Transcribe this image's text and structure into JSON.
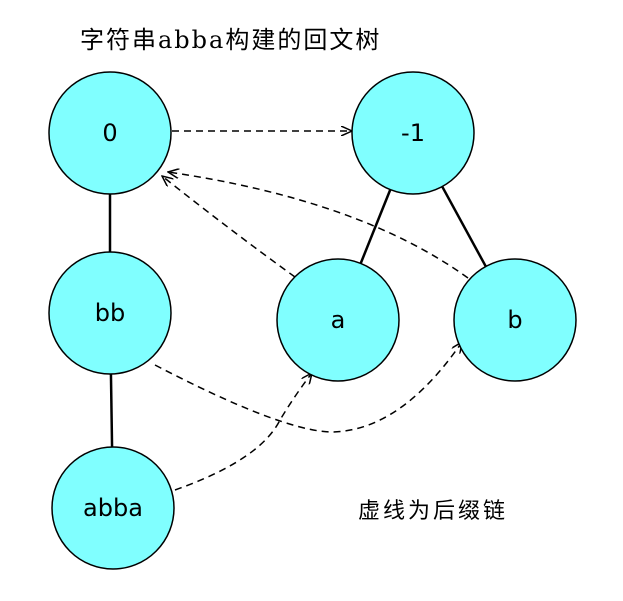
{
  "title": "字符串abba构建的回文树",
  "caption": "虚线为后缀链",
  "colors": {
    "node_fill": "#80FFFF",
    "stroke": "#000000"
  },
  "nodes": [
    {
      "id": "n0",
      "label": "0"
    },
    {
      "id": "nm1",
      "label": "-1"
    },
    {
      "id": "nbb",
      "label": "bb"
    },
    {
      "id": "na",
      "label": "a"
    },
    {
      "id": "nb",
      "label": "b"
    },
    {
      "id": "nabba",
      "label": "abba"
    }
  ],
  "tree_edges": [
    [
      "n0",
      "nbb"
    ],
    [
      "nbb",
      "nabba"
    ],
    [
      "nm1",
      "na"
    ],
    [
      "nm1",
      "nb"
    ]
  ],
  "suffix_links": [
    [
      "n0",
      "nm1"
    ],
    [
      "na",
      "n0"
    ],
    [
      "nb",
      "n0"
    ],
    [
      "nbb",
      "nb"
    ],
    [
      "nabba",
      "na"
    ]
  ]
}
